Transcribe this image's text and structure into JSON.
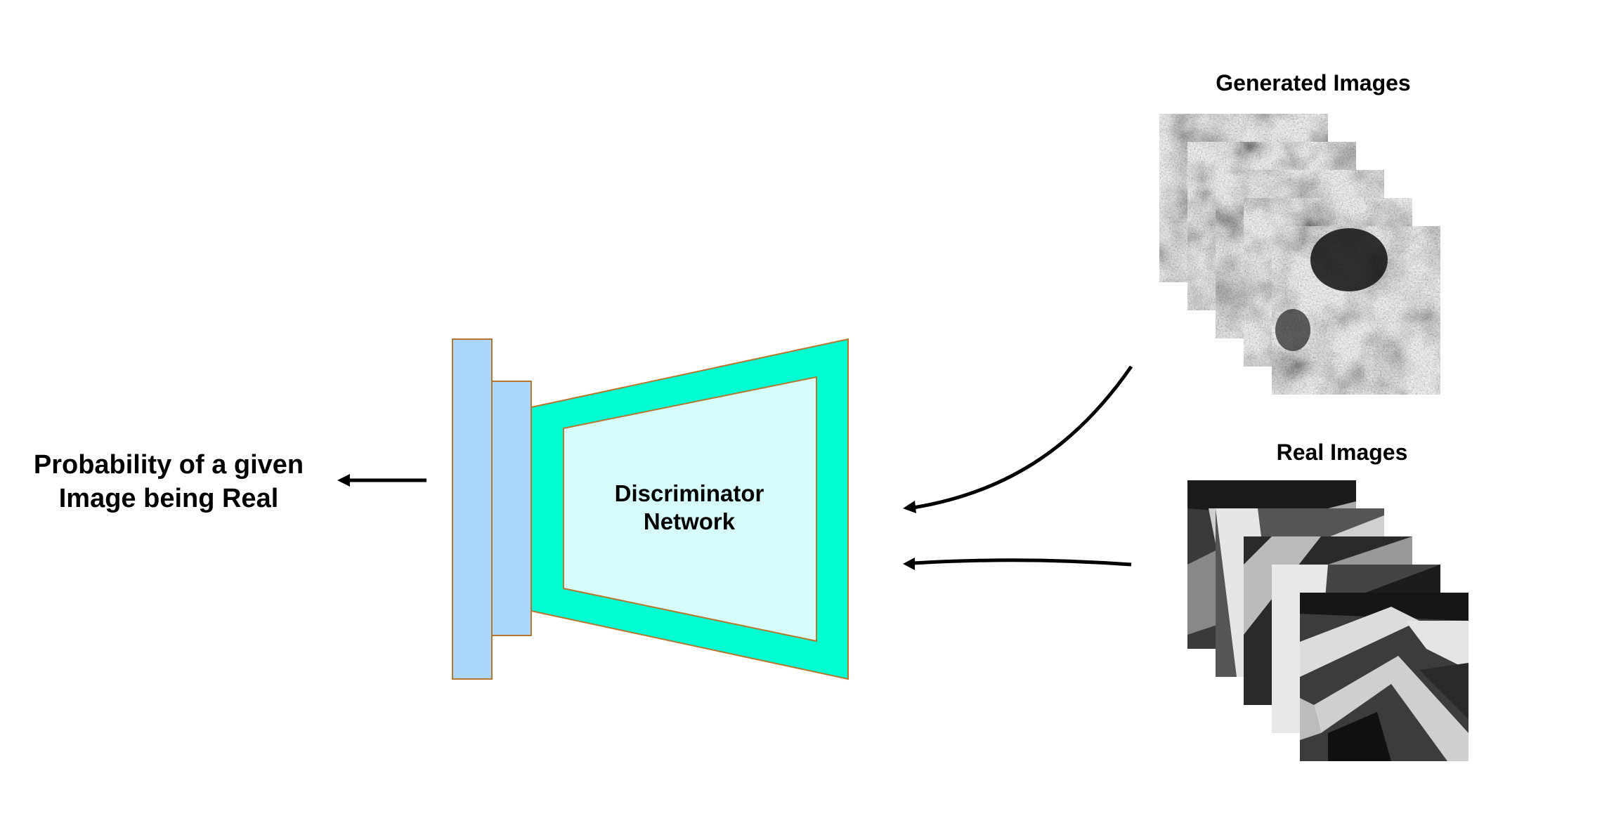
{
  "output_label": {
    "line1": "Probability of a given",
    "line2": "Image being Real"
  },
  "network_label": {
    "line1": "Discriminator",
    "line2": "Network"
  },
  "generated_title": "Generated Images",
  "real_title": "Real Images",
  "colors": {
    "layer_blue": "#aad6fa",
    "funnel_outer": "#00fed2",
    "funnel_inner": "#d6fcfc",
    "outline": "#b5772d",
    "arrow": "#000000"
  }
}
